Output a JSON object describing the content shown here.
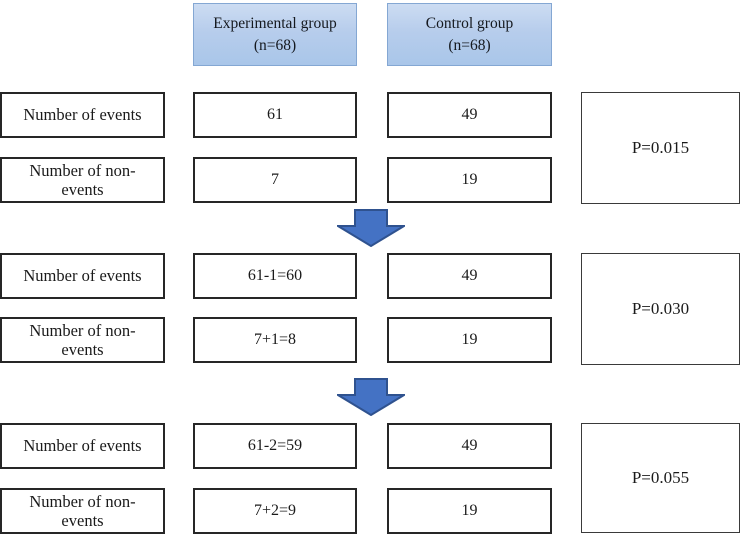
{
  "header": {
    "experimental": "Experimental group\n(n=68)",
    "control": "Control group\n(n=68)"
  },
  "colors": {
    "header_fill_top": "#ccdcf2",
    "header_fill_bottom": "#a9c6e9",
    "header_border": "#84a7d3",
    "arrow_fill": "#4472c4",
    "arrow_stroke": "#2f528f",
    "box_border": "#262626"
  },
  "sections": [
    {
      "rows": [
        {
          "label": "Number of events",
          "experimental": "61",
          "control": "49"
        },
        {
          "label": "Number of non-\nevents",
          "experimental": "7",
          "control": "19"
        }
      ],
      "p_value": "P=0.015"
    },
    {
      "rows": [
        {
          "label": "Number of events",
          "experimental": "61-1=60",
          "control": "49"
        },
        {
          "label": "Number of non-\nevents",
          "experimental": "7+1=8",
          "control": "19"
        }
      ],
      "p_value": "P=0.030"
    },
    {
      "rows": [
        {
          "label": "Number of events",
          "experimental": "61-2=59",
          "control": "49"
        },
        {
          "label": "Number of non-\nevents",
          "experimental": "7+2=9",
          "control": "19"
        }
      ],
      "p_value": "P=0.055"
    }
  ]
}
